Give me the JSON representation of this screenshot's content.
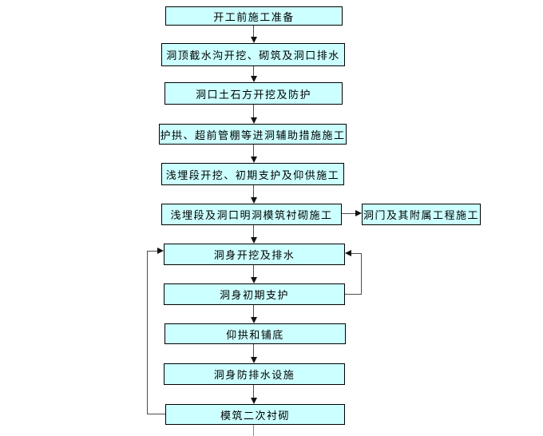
{
  "flowchart": {
    "type": "flowchart",
    "direction": "top-down",
    "colors": {
      "node_fill": "#ccffff",
      "node_border": "#000000",
      "connector": "#4d4d4d",
      "arrowhead": "#111111"
    },
    "nodes": [
      {
        "id": "preparation",
        "label": "开工前施工准备"
      },
      {
        "id": "top-ditch",
        "label": "洞顶截水沟开挖、砌筑及洞口排水"
      },
      {
        "id": "portal-excavation",
        "label": "洞口土石方开挖及防护"
      },
      {
        "id": "auxiliary-measures",
        "label": "护拱、超前管棚等进洞辅助措施施工"
      },
      {
        "id": "shallow-section",
        "label": "浅埋段开挖、初期支护及仰供施工"
      },
      {
        "id": "open-cut-lining",
        "label": "浅埋段及洞口明洞模筑衬砌施工"
      },
      {
        "id": "tunnel-excavation",
        "label": "洞身开挖及排水"
      },
      {
        "id": "initial-support",
        "label": "洞身初期支护"
      },
      {
        "id": "invert-paving",
        "label": "仰拱和铺底"
      },
      {
        "id": "waterproof-drainage",
        "label": "洞身防排水设施"
      },
      {
        "id": "secondary-lining",
        "label": "模筑二次衬砌"
      }
    ],
    "branch_node": {
      "id": "portal-works",
      "label": "洞门及其附属工程施工"
    },
    "edges": [
      {
        "from": "preparation",
        "to": "top-ditch"
      },
      {
        "from": "top-ditch",
        "to": "portal-excavation"
      },
      {
        "from": "portal-excavation",
        "to": "auxiliary-measures"
      },
      {
        "from": "auxiliary-measures",
        "to": "shallow-section"
      },
      {
        "from": "shallow-section",
        "to": "open-cut-lining"
      },
      {
        "from": "open-cut-lining",
        "to": "tunnel-excavation"
      },
      {
        "from": "open-cut-lining",
        "to": "portal-works",
        "note": "horizontal branch to the right"
      },
      {
        "from": "tunnel-excavation",
        "to": "initial-support"
      },
      {
        "from": "initial-support",
        "to": "tunnel-excavation",
        "note": "feedback loop on right side"
      },
      {
        "from": "initial-support",
        "to": "invert-paving"
      },
      {
        "from": "invert-paving",
        "to": "waterproof-drainage"
      },
      {
        "from": "waterproof-drainage",
        "to": "secondary-lining"
      },
      {
        "from": "secondary-lining",
        "to": "tunnel-excavation",
        "note": "feedback loop on left side"
      },
      {
        "from": "secondary-lining",
        "to": "offscreen-bottom",
        "note": "connector line cut off at bottom edge"
      }
    ]
  }
}
